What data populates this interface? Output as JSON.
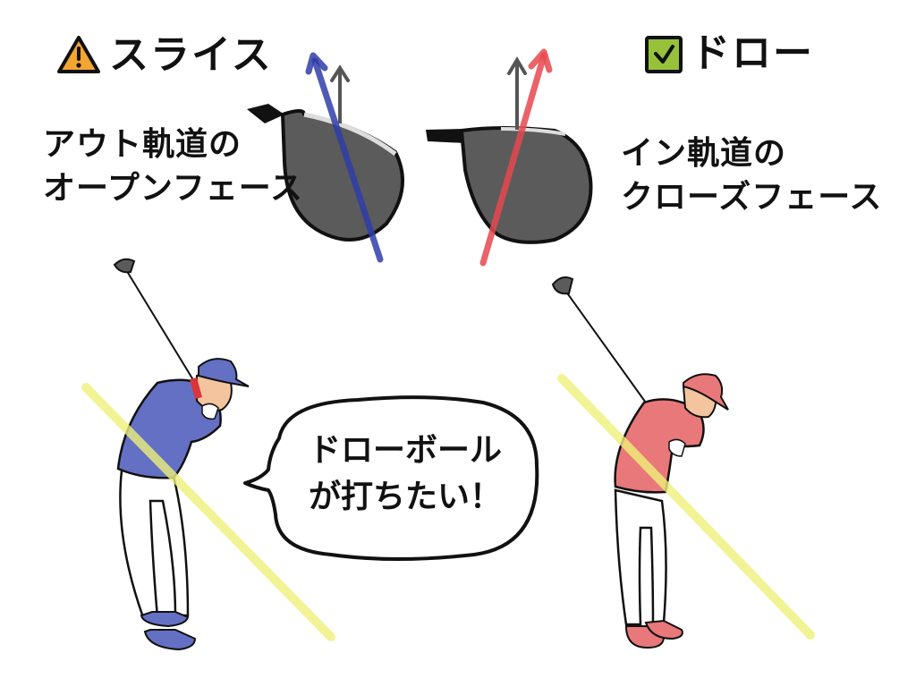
{
  "slice": {
    "badge_icon": "warning-triangle-icon",
    "badge_color": "#F2A531",
    "title": "スライス",
    "description_line1": "アウト軌道の",
    "description_line2": "オープンフェース",
    "path_arrow_color": "#2F3DA8",
    "golfer_color": "#6470C4"
  },
  "draw": {
    "badge_icon": "checkbox-check-icon",
    "badge_color": "#96C23A",
    "title": "ドロー",
    "description_line1": "イン軌道の",
    "description_line2": "クローズフェース",
    "path_arrow_color": "#E8484F",
    "golfer_color": "#E9787A"
  },
  "speech_bubble": {
    "line1": "ドローボール",
    "line2": "が打ちたい！"
  },
  "colors": {
    "club_head": "#5B5B5B",
    "target_arrow": "#555555",
    "swing_plane": "#EEF07A"
  }
}
